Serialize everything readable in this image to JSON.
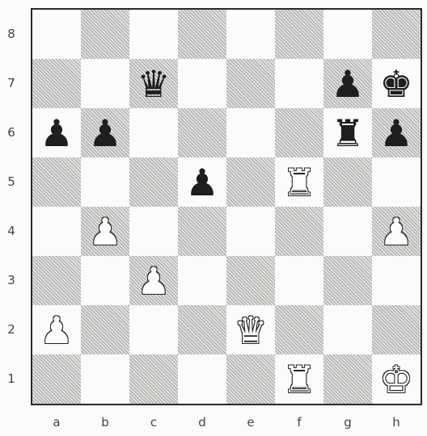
{
  "board": {
    "ranks": [
      "8",
      "7",
      "6",
      "5",
      "4",
      "3",
      "2",
      "1"
    ],
    "files": [
      "a",
      "b",
      "c",
      "d",
      "e",
      "f",
      "g",
      "h"
    ],
    "pieces": {
      "c7": {
        "piece": "queen",
        "color": "black",
        "glyph": "♛"
      },
      "g7": {
        "piece": "pawn",
        "color": "black",
        "glyph": "♟"
      },
      "h7": {
        "piece": "king",
        "color": "black",
        "glyph": "♚"
      },
      "a6": {
        "piece": "pawn",
        "color": "black",
        "glyph": "♟"
      },
      "b6": {
        "piece": "pawn",
        "color": "black",
        "glyph": "♟"
      },
      "g6": {
        "piece": "rook",
        "color": "black",
        "glyph": "♜"
      },
      "h6": {
        "piece": "pawn",
        "color": "black",
        "glyph": "♟"
      },
      "d5": {
        "piece": "pawn",
        "color": "black",
        "glyph": "♟"
      },
      "f5": {
        "piece": "rook",
        "color": "white",
        "glyph": "♜"
      },
      "b4": {
        "piece": "pawn",
        "color": "white",
        "glyph": "♟"
      },
      "h4": {
        "piece": "pawn",
        "color": "white",
        "glyph": "♟"
      },
      "c3": {
        "piece": "pawn",
        "color": "white",
        "glyph": "♟"
      },
      "a2": {
        "piece": "pawn",
        "color": "white",
        "glyph": "♟"
      },
      "e2": {
        "piece": "queen",
        "color": "white",
        "glyph": "♛"
      },
      "f1": {
        "piece": "rook",
        "color": "white",
        "glyph": "♜"
      },
      "h1": {
        "piece": "king",
        "color": "white",
        "glyph": "♚"
      }
    }
  }
}
